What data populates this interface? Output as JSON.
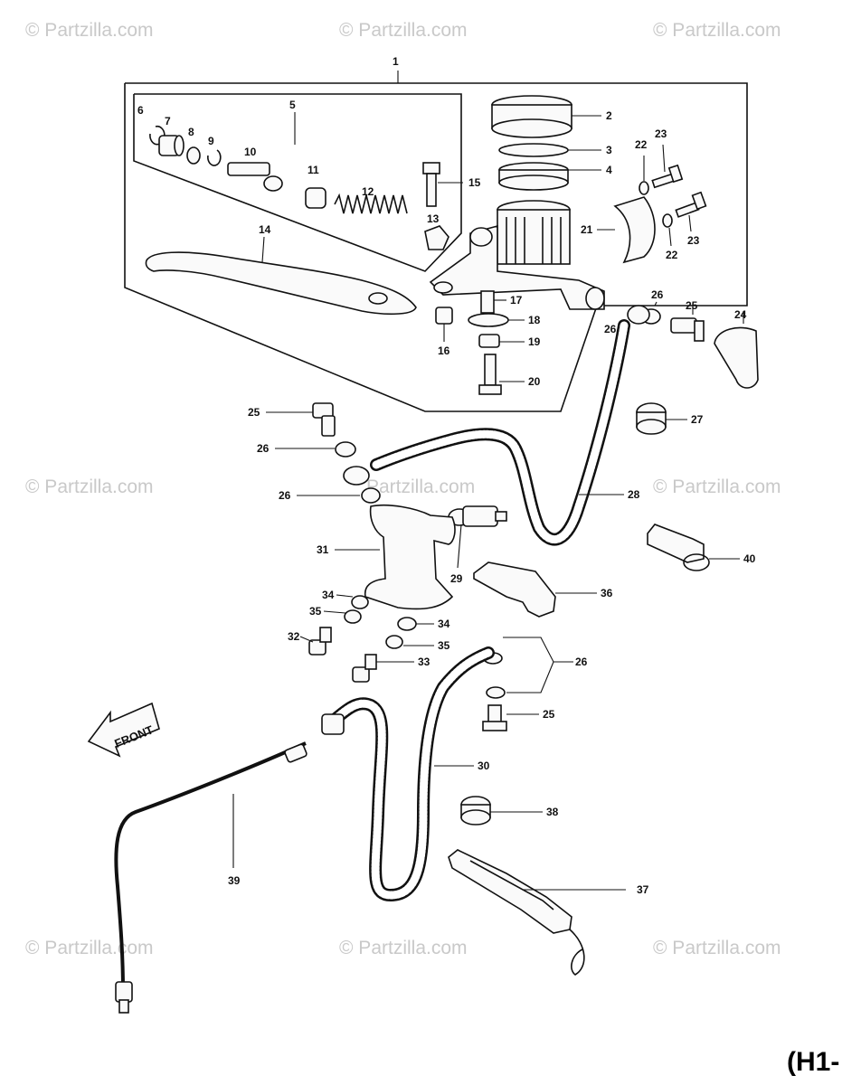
{
  "watermarks": [
    "© Partzilla.com",
    "© Partzilla.com",
    "© Partzilla.com",
    "© Partzilla.com",
    "Partzilla.com",
    "© Partzilla.com",
    "© Partzilla.com",
    "© Partzilla.com",
    "© Partzilla.com"
  ],
  "diagram_code": "(H1-",
  "front_label": "FRONT",
  "callouts": [
    "1",
    "2",
    "3",
    "4",
    "5",
    "6",
    "7",
    "8",
    "9",
    "10",
    "11",
    "12",
    "13",
    "14",
    "15",
    "16",
    "17",
    "18",
    "19",
    "20",
    "21",
    "22",
    "22",
    "23",
    "23",
    "24",
    "25",
    "25",
    "25",
    "26",
    "26",
    "26",
    "26",
    "26",
    "27",
    "28",
    "29",
    "30",
    "31",
    "32",
    "33",
    "34",
    "34",
    "35",
    "35",
    "36",
    "37",
    "38",
    "39",
    "40"
  ]
}
